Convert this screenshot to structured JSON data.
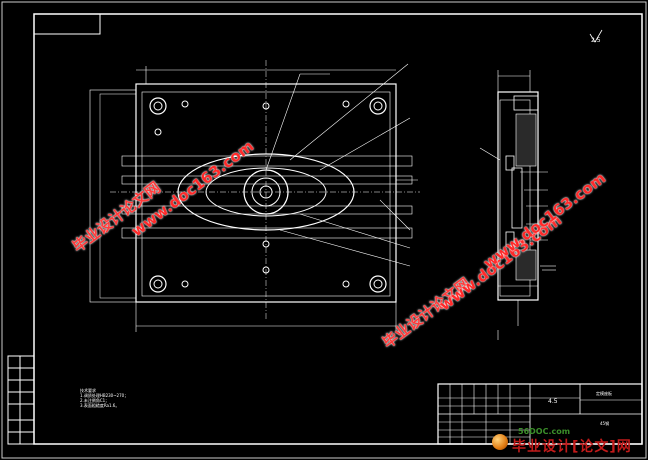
{
  "drawing": {
    "scale_mark": "2.5",
    "title_block": {
      "value_cell": "4.5",
      "name_cell": "定模座板",
      "sub_cell": "45钢"
    },
    "notes": {
      "heading": "技术要求",
      "lines": [
        "1.调质处理HB230~270；",
        "2.未注倒角C1；",
        "3.表面粗糙度Ra1.6。"
      ]
    }
  },
  "watermarks": [
    {
      "text": "毕业设计论文网"
    },
    {
      "text": "www.doc163.com"
    },
    {
      "text": "毕业设计论文网"
    },
    {
      "text": "www.doc163.com"
    },
    {
      "text": "www.doc163.com"
    }
  ],
  "logo": {
    "site": "56DOC.com",
    "brand": "毕业设计[论文]网"
  },
  "colors": {
    "background": "#000000",
    "lines": "#ffffff",
    "watermark": "#ff2a2a"
  }
}
